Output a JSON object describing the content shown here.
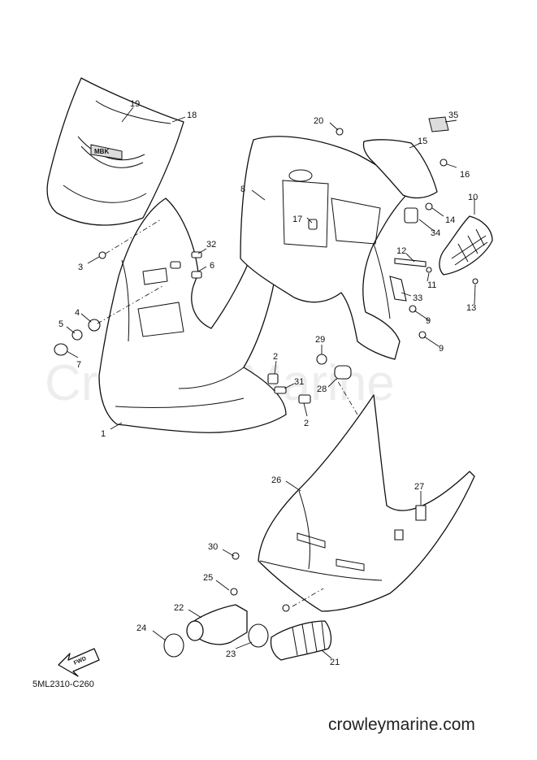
{
  "diagram": {
    "drawing_code": "5ML2310-C260",
    "website": "crowleymarine.com",
    "watermark": "Crowley Marine",
    "fwd_label": "FWD",
    "badge_text": "MBK",
    "callouts": [
      "1",
      "2",
      "2",
      "3",
      "4",
      "5",
      "6",
      "7",
      "8",
      "9",
      "9",
      "10",
      "11",
      "12",
      "13",
      "14",
      "15",
      "16",
      "17",
      "18",
      "19",
      "20",
      "21",
      "22",
      "23",
      "24",
      "25",
      "26",
      "27",
      "28",
      "29",
      "30",
      "31",
      "32",
      "33",
      "34",
      "35"
    ]
  }
}
